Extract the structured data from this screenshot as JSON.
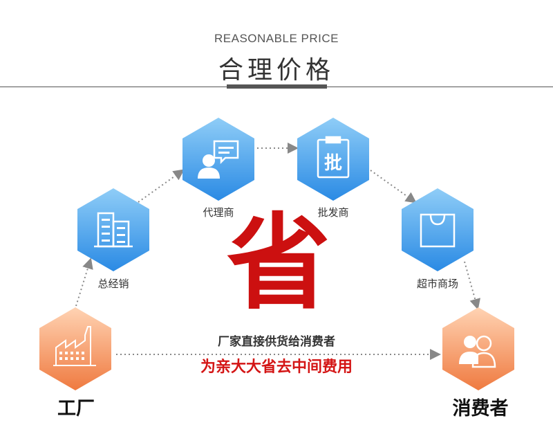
{
  "header": {
    "subtitle_en": "REASONABLE PRICE",
    "title_zh": "合理价格"
  },
  "nodes": {
    "factory": {
      "label": "工厂",
      "icon": "factory-icon",
      "color": "orange"
    },
    "general_distributor": {
      "label": "总经销",
      "icon": "building-icon",
      "color": "blue"
    },
    "agent": {
      "label": "代理商",
      "icon": "chat-person-icon",
      "color": "blue"
    },
    "wholesaler": {
      "label": "批发商",
      "icon": "clipboard-pi-icon",
      "color": "blue"
    },
    "supermarket": {
      "label": "超市商场",
      "icon": "shopping-bag-icon",
      "color": "blue"
    },
    "consumer": {
      "label": "消费者",
      "icon": "people-icon",
      "color": "orange"
    }
  },
  "center": {
    "big_char": "省",
    "line1": "厂家直接供货给消费者",
    "line2": "为亲大大省去中间费用"
  },
  "icon_glyphs": {
    "wholesaler_char": "批"
  },
  "colors": {
    "blue_top": "#7fc4f5",
    "blue_bottom": "#2f8ee6",
    "orange_top": "#ffc9a6",
    "orange_bottom": "#f07b42",
    "accent_red": "#cc1010",
    "arrow": "#888888"
  }
}
